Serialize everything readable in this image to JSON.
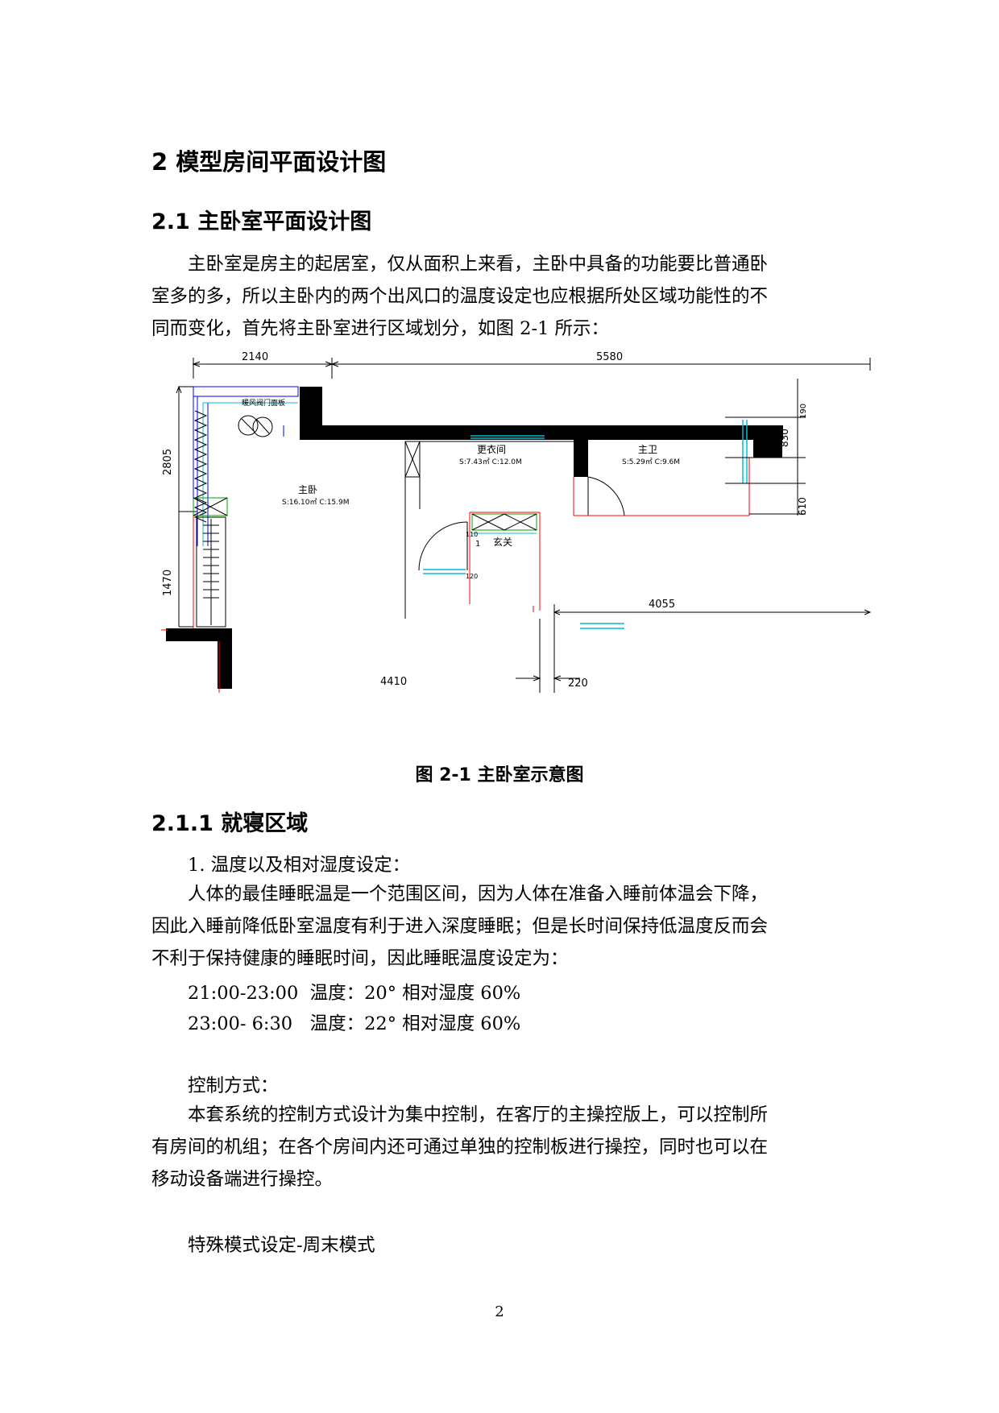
{
  "heading1": "2 模型房间平面设计图",
  "heading2": "2.1 主卧室平面设计图",
  "intro_lines": [
    "主卧室是房主的起居室，仅从面积上来看，主卧中具备的功能要比普通卧",
    "室多的多，所以主卧内的两个出风口的温度设定也应根据所处区域功能性的不",
    "同而变化，首先将主卧室进行区域划分，如图 2-1 所示："
  ],
  "figure": {
    "dims": {
      "top_left": "2140",
      "top_right": "5580",
      "left_upper": "2805",
      "left_lower": "1470",
      "bottom_left": "4410",
      "bottom_mid": "220",
      "right_span": "4055",
      "right_830": "830",
      "right_610": "610",
      "right_small": "190",
      "small_110": "110",
      "small_120": "120"
    },
    "rooms": {
      "bedroom_name": "主卧",
      "bedroom_area": "S:16.10㎡ C:15.9M",
      "closet_name": "更衣间",
      "closet_area": "S:7.43㎡ C:12.0M",
      "bath_name": "主卫",
      "bath_area": "S:5.29㎡ C:9.6M",
      "entry_name": "玄关",
      "cabinet_label": "暖风阀门面板"
    },
    "colors": {
      "wall": "#000000",
      "dimension": "#000000",
      "red_line": "#ff0000",
      "blue_line": "#0000ff",
      "cyan_line": "#00bcd4",
      "green_line": "#00a000"
    }
  },
  "figure_caption": "图 2-1 主卧室示意图",
  "heading3": "2.1.1 就寝区域",
  "item1": "1. 温度以及相对湿度设定：",
  "sleep_lines": [
    "人体的最佳睡眠温是一个范围区间，因为人体在准备入睡前体温会下降，",
    "因此入睡前降低卧室温度有利于进入深度睡眠；但是长时间保持低温度反而会",
    "不利于保持健康的睡眠时间，因此睡眠温度设定为："
  ],
  "schedule": [
    "21:00-23:00  温度：20° 相对湿度 60%",
    "23:00- 6:30   温度：22° 相对湿度 60%"
  ],
  "control_label": "控制方式：",
  "control_lines": [
    "本套系统的控制方式设计为集中控制，在客厅的主操控版上，可以控制所",
    "有房间的机组；在各个房间内还可通过单独的控制板进行操控，同时也可以在",
    "移动设备端进行操控。"
  ],
  "special_mode": "特殊模式设定-周末模式",
  "page_number": "2"
}
